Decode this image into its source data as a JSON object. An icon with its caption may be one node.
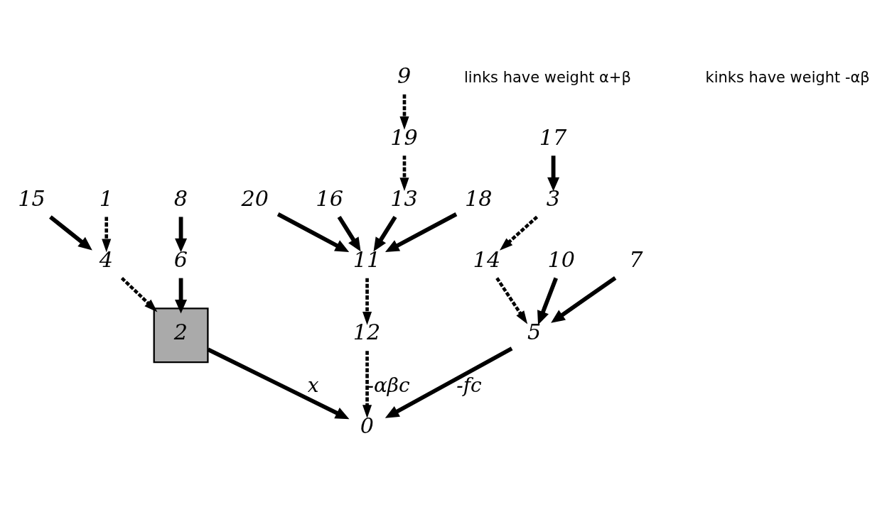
{
  "diagram": {
    "nodes": [
      {
        "text": [
          "17"
        ]
      },
      {
        "text": [
          "9"
        ]
      },
      {
        "text": [
          "19"
        ]
      },
      {
        "text": [
          "3"
        ]
      },
      {
        "text": [
          "8"
        ]
      },
      {
        "text": [
          "15"
        ]
      },
      {
        "text": [
          "1"
        ]
      },
      {
        "text": [
          "16"
        ]
      },
      {
        "text": [
          "13"
        ]
      },
      {
        "text": [
          "6"
        ]
      },
      {
        "text": [
          "4"
        ]
      },
      {
        "text": [
          "10"
        ]
      },
      {
        "text": [
          "14"
        ]
      },
      {
        "text": [
          "7"
        ]
      },
      {
        "text": [
          "18"
        ]
      },
      {
        "text": [
          "20"
        ]
      },
      {
        "text": [
          "2"
        ]
      },
      {
        "text": [
          "5"
        ]
      },
      {
        "text": [
          "11"
        ]
      },
      {
        "text": [
          "12"
        ]
      },
      {
        "text": [
          "0"
        ]
      }
    ],
    "edges": [
      {
        "from": 0,
        "to": 3,
        "arrow": "to"
      },
      {
        "from": 1,
        "to": 2,
        "arrow": "to",
        "style": "dashed"
      },
      {
        "from": 2,
        "to": 8,
        "arrow": "to",
        "style": "dashed"
      },
      {
        "from": 3,
        "to": 12,
        "arrow": "to",
        "style": "dashed"
      },
      {
        "from": 6,
        "to": 10,
        "arrow": "to",
        "style": "dashed"
      },
      {
        "from": 5,
        "to": 10,
        "arrow": "to"
      },
      {
        "from": 4,
        "to": 9,
        "arrow": "to"
      },
      {
        "from": 10,
        "to": 16,
        "arrow": "to",
        "style": "dashed"
      },
      {
        "from": 9,
        "to": 16,
        "arrow": "to"
      },
      {
        "from": 11,
        "to": 17,
        "arrow": "to"
      },
      {
        "from": 12,
        "to": 17,
        "arrow": "to",
        "style": "dashed"
      },
      {
        "from": 13,
        "to": 17,
        "arrow": "to"
      },
      {
        "from": 14,
        "to": 18,
        "arrow": "to"
      },
      {
        "from": 7,
        "to": 18,
        "arrow": "to"
      },
      {
        "from": 8,
        "to": 18,
        "arrow": "to"
      },
      {
        "from": 15,
        "to": 18,
        "arrow": "to"
      },
      {
        "from": 18,
        "to": 19,
        "arrow": "to",
        "style": "dashed"
      },
      {
        "from": 16,
        "to": 20,
        "arrow": "to",
        "label": "x"
      },
      {
        "from": 17,
        "to": 20,
        "arrow": "to",
        "label": "-fc"
      },
      {
        "from": 19,
        "to": 20,
        "arrow": "to",
        "label": "-αβc",
        "style": "dashed"
      }
    ],
    "labels": [
      "links have weight α+β",
      "kinks have weight -αβ"
    ]
  }
}
